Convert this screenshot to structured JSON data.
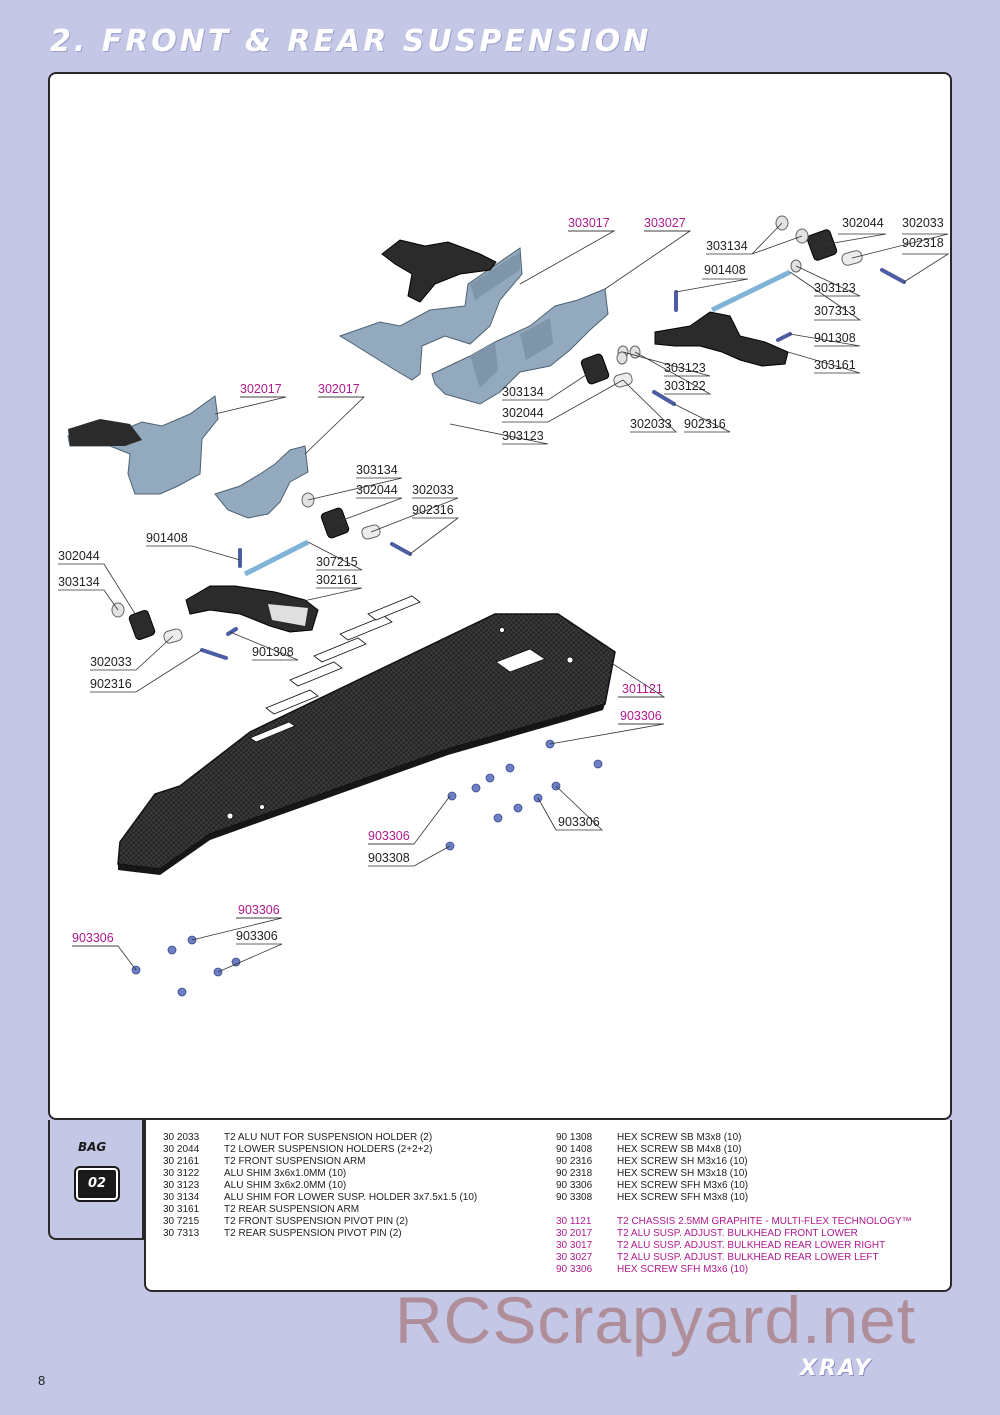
{
  "header": {
    "title": "2. FRONT & REAR SUSPENSION"
  },
  "callouts": [
    {
      "text": "303017",
      "magenta": true
    },
    {
      "text": "303027",
      "magenta": true
    },
    {
      "text": "303134",
      "magenta": false
    },
    {
      "text": "302044",
      "magenta": false
    },
    {
      "text": "302033",
      "magenta": false
    },
    {
      "text": "902318",
      "magenta": false
    },
    {
      "text": "901408",
      "magenta": false
    },
    {
      "text": "303123",
      "magenta": false
    },
    {
      "text": "307313",
      "magenta": false
    },
    {
      "text": "901308",
      "magenta": false
    },
    {
      "text": "303161",
      "magenta": false
    },
    {
      "text": "303123",
      "magenta": false
    },
    {
      "text": "303122",
      "magenta": false
    },
    {
      "text": "303134",
      "magenta": false
    },
    {
      "text": "302044",
      "magenta": false
    },
    {
      "text": "303123",
      "magenta": false
    },
    {
      "text": "302033",
      "magenta": false
    },
    {
      "text": "902316",
      "magenta": false
    },
    {
      "text": "302017",
      "magenta": true
    },
    {
      "text": "302017",
      "magenta": true
    },
    {
      "text": "303134",
      "magenta": false
    },
    {
      "text": "302044",
      "magenta": false
    },
    {
      "text": "302033",
      "magenta": false
    },
    {
      "text": "902316",
      "magenta": false
    },
    {
      "text": "901408",
      "magenta": false
    },
    {
      "text": "307215",
      "magenta": false
    },
    {
      "text": "302044",
      "magenta": false
    },
    {
      "text": "303134",
      "magenta": false
    },
    {
      "text": "302161",
      "magenta": false
    },
    {
      "text": "901308",
      "magenta": false
    },
    {
      "text": "302033",
      "magenta": false
    },
    {
      "text": "902316",
      "magenta": false
    },
    {
      "text": "301121",
      "magenta": true
    },
    {
      "text": "903306",
      "magenta": true
    },
    {
      "text": "903306",
      "magenta": false
    },
    {
      "text": "903306",
      "magenta": true
    },
    {
      "text": "903308",
      "magenta": false
    },
    {
      "text": "903306",
      "magenta": true
    },
    {
      "text": "903306",
      "magenta": true
    },
    {
      "text": "903306",
      "magenta": false
    }
  ],
  "bag": {
    "label": "BAG",
    "number": "02"
  },
  "parts_left": [
    {
      "code": "30 2033",
      "desc": "T2 ALU NUT FOR SUSPENSION HOLDER (2)"
    },
    {
      "code": "30 2044",
      "desc": "T2 LOWER SUSPENSION HOLDERS (2+2+2)"
    },
    {
      "code": "30 2161",
      "desc": "T2 FRONT SUSPENSION ARM"
    },
    {
      "code": "30 3122",
      "desc": "ALU SHIM 3x6x1.0MM (10)"
    },
    {
      "code": "30 3123",
      "desc": "ALU SHIM 3x6x2.0MM (10)"
    },
    {
      "code": "30 3134",
      "desc": "ALU SHIM FOR LOWER SUSP. HOLDER 3x7.5x1.5 (10)"
    },
    {
      "code": "30 3161",
      "desc": "T2 REAR SUSPENSION ARM"
    },
    {
      "code": "30 7215",
      "desc": "T2 FRONT SUSPENSION PIVOT PIN (2)"
    },
    {
      "code": "30 7313",
      "desc": "T2 REAR SUSPENSION PIVOT PIN (2)"
    }
  ],
  "parts_right": [
    {
      "code": "90 1308",
      "desc": "HEX SCREW SB M3x8  (10)"
    },
    {
      "code": "90 1408",
      "desc": "HEX SCREW SB M4x8  (10)"
    },
    {
      "code": "90 2316",
      "desc": "HEX SCREW SH M3x16  (10)"
    },
    {
      "code": "90 2318",
      "desc": "HEX SCREW SH M3x18  (10)"
    },
    {
      "code": "90 3306",
      "desc": "HEX SCREW SFH M3x6  (10)"
    },
    {
      "code": "90 3308",
      "desc": "HEX SCREW SFH M3x8  (10)"
    }
  ],
  "parts_right_magenta": [
    {
      "code": "30 1121",
      "desc": "T2 CHASSIS 2.5MM GRAPHITE - MULTI-FLEX TECHNOLOGY™"
    },
    {
      "code": "30 2017",
      "desc": "T2 ALU SUSP. ADJUST. BULKHEAD FRONT LOWER"
    },
    {
      "code": "30 3017",
      "desc": "T2 ALU SUSP. ADJUST. BULKHEAD REAR LOWER RIGHT"
    },
    {
      "code": "30 3027",
      "desc": "T2 ALU SUSP. ADJUST. BULKHEAD REAR LOWER LEFT"
    },
    {
      "code": "90 3306",
      "desc": "HEX SCREW SFH M3x6  (10)"
    }
  ],
  "watermark": "RCScrapyard.net",
  "page_number": "8",
  "brand": "XRAY",
  "colors": {
    "background": "#c4c7e6",
    "magenta": "#b0198f",
    "part_blue": "#93a9bd",
    "screw": "#6c7ec4",
    "black_part": "#2b2b2b"
  }
}
